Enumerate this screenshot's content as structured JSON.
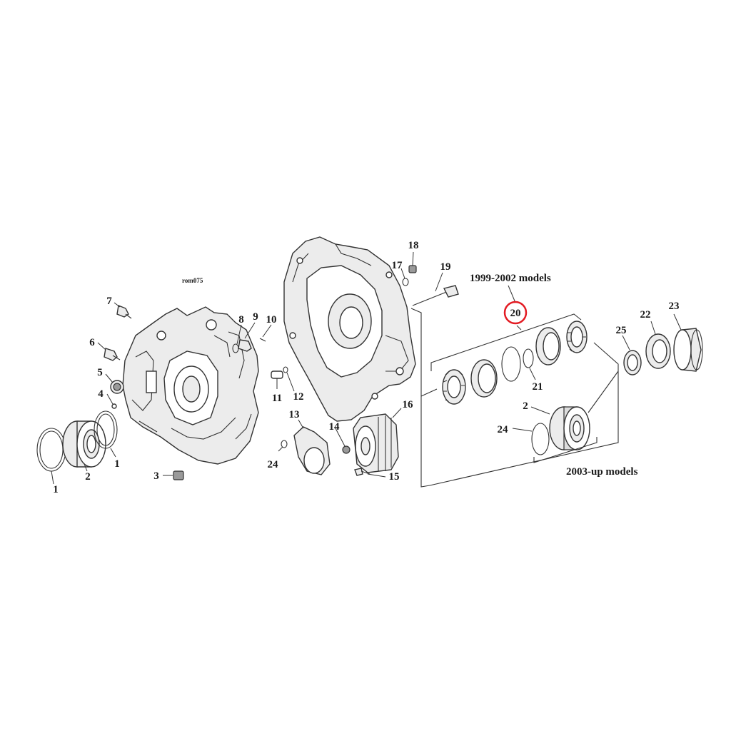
{
  "diagram": {
    "drawing_code": "rom075",
    "notes": {
      "early_models": "1999-2002 models",
      "late_models": "2003-up models"
    },
    "highlight": {
      "label": "20",
      "color": "#e31b23"
    },
    "labels": {
      "l1a": "1",
      "l1b": "1",
      "l2a": "2",
      "l2b": "2",
      "l3": "3",
      "l4": "4",
      "l5": "5",
      "l6": "6",
      "l7": "7",
      "l8": "8",
      "l9": "9",
      "l10": "10",
      "l11": "11",
      "l12": "12",
      "l13": "13",
      "l14": "14",
      "l15": "15",
      "l16": "16",
      "l17": "17",
      "l18": "18",
      "l19": "19",
      "l21": "21",
      "l22": "22",
      "l23": "23",
      "l24a": "24",
      "l24b": "24",
      "l25": "25"
    }
  }
}
